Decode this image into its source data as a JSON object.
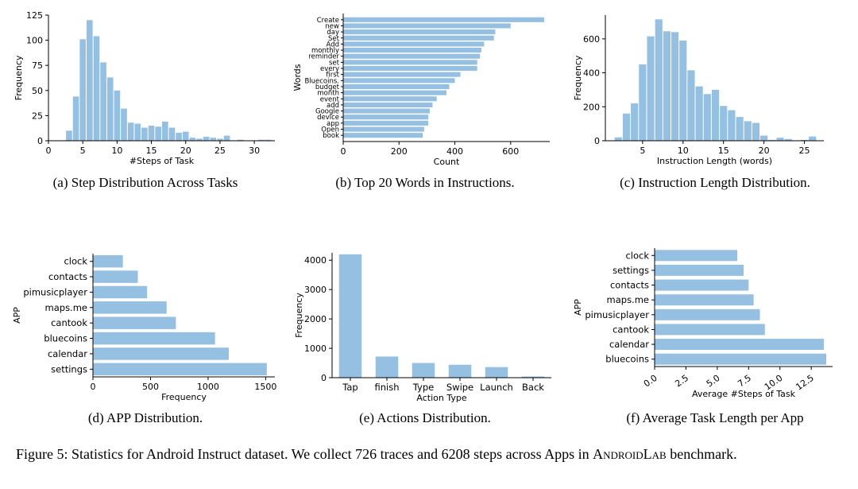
{
  "figure": {
    "caption_prefix": "Figure 5: Statistics for Android Instruct dataset. We collect 726 traces and 6208 steps across Apps in ",
    "caption_name": "AndroidLab",
    "caption_suffix": " benchmark."
  },
  "chart_data": [
    {
      "id": "a",
      "type": "bar",
      "caption": "(a) Step Distribution Across Tasks",
      "xlabel": "#Steps of Task",
      "ylabel": "Frequency",
      "xlim": [
        0,
        33
      ],
      "ylim": [
        0,
        125
      ],
      "xticks": [
        0,
        5,
        10,
        15,
        20,
        25,
        30
      ],
      "yticks": [
        0,
        25,
        50,
        75,
        100,
        125
      ],
      "x": [
        3,
        4,
        5,
        6,
        7,
        8,
        9,
        10,
        11,
        12,
        13,
        14,
        15,
        16,
        17,
        18,
        19,
        20,
        21,
        22,
        23,
        24,
        25,
        26,
        27,
        28,
        29,
        30,
        31,
        32
      ],
      "values": [
        10,
        44,
        101,
        120,
        104,
        78,
        63,
        50,
        32,
        18,
        17,
        13,
        15,
        14,
        19,
        13,
        8,
        9,
        3,
        2,
        4,
        3,
        2,
        5,
        0,
        1,
        0,
        0,
        1,
        1
      ]
    },
    {
      "id": "b",
      "type": "bar",
      "orientation": "horizontal",
      "caption": "(b) Top 20 Words in Instructions.",
      "xlabel": "Count",
      "ylabel": "Words",
      "xlim": [
        0,
        740
      ],
      "xticks": [
        0,
        200,
        400,
        600
      ],
      "categories": [
        "Create",
        "new",
        "day",
        "Set",
        "Add",
        "monthly",
        "reminder",
        "set",
        "every",
        "first",
        "Bluecoins.",
        "budget",
        "month",
        "event",
        "add",
        "Google",
        "device",
        "app",
        "Open",
        "book"
      ],
      "values": [
        720,
        600,
        545,
        540,
        505,
        495,
        490,
        480,
        480,
        420,
        400,
        380,
        370,
        335,
        320,
        310,
        305,
        305,
        290,
        285
      ]
    },
    {
      "id": "c",
      "type": "bar",
      "caption": "(c) Instruction Length Distribution.",
      "xlabel": "Instruction Length (words)",
      "ylabel": "Frequency",
      "xlim": [
        0.4,
        27.4
      ],
      "ylim": [
        0,
        740
      ],
      "xticks": [
        5,
        10,
        15,
        20,
        25
      ],
      "yticks": [
        0,
        200,
        400,
        600
      ],
      "x": [
        2,
        3,
        4,
        5,
        6,
        7,
        8,
        9,
        10,
        11,
        12,
        13,
        14,
        15,
        16,
        17,
        18,
        19,
        20,
        21,
        22,
        23,
        24,
        25,
        26
      ],
      "values": [
        20,
        160,
        220,
        450,
        615,
        715,
        645,
        640,
        590,
        415,
        320,
        275,
        300,
        205,
        180,
        140,
        115,
        105,
        30,
        5,
        18,
        10,
        0,
        5,
        25
      ]
    },
    {
      "id": "d",
      "type": "bar",
      "orientation": "horizontal",
      "caption": "(d) APP Distribution.",
      "xlabel": "Frequency",
      "ylabel": "APP",
      "xlim": [
        0,
        1580
      ],
      "xticks": [
        0,
        500,
        1000,
        1500
      ],
      "categories": [
        "clock",
        "contacts",
        "pimusicplayer",
        "maps.me",
        "cantook",
        "bluecoins",
        "calendar",
        "settings"
      ],
      "values": [
        260,
        390,
        470,
        640,
        720,
        1060,
        1180,
        1510
      ]
    },
    {
      "id": "e",
      "type": "bar",
      "caption": "(e) Actions Distribution.",
      "xlabel": "Action Type",
      "ylabel": "Frequency",
      "ylim": [
        0,
        4250
      ],
      "yticks": [
        0,
        1000,
        2000,
        3000,
        4000
      ],
      "categories": [
        "Tap",
        "finish",
        "Type",
        "Swipe",
        "Launch",
        "Back"
      ],
      "values": [
        4200,
        720,
        500,
        440,
        360,
        40
      ]
    },
    {
      "id": "f",
      "type": "bar",
      "orientation": "horizontal",
      "caption": "(f) Average Task Length per App",
      "xlabel": "Average #Steps of Task",
      "ylabel": "APP",
      "xlim": [
        0,
        14.2
      ],
      "xticks": [
        "0.0",
        "2.5",
        "5.0",
        "7.5",
        "10.0",
        "12.5"
      ],
      "categories": [
        "clock",
        "settings",
        "contacts",
        "maps.me",
        "pimusicplayer",
        "cantook",
        "calendar",
        "bluecoins"
      ],
      "values": [
        6.6,
        7.1,
        7.5,
        7.9,
        8.4,
        8.8,
        13.5,
        13.7
      ]
    }
  ]
}
